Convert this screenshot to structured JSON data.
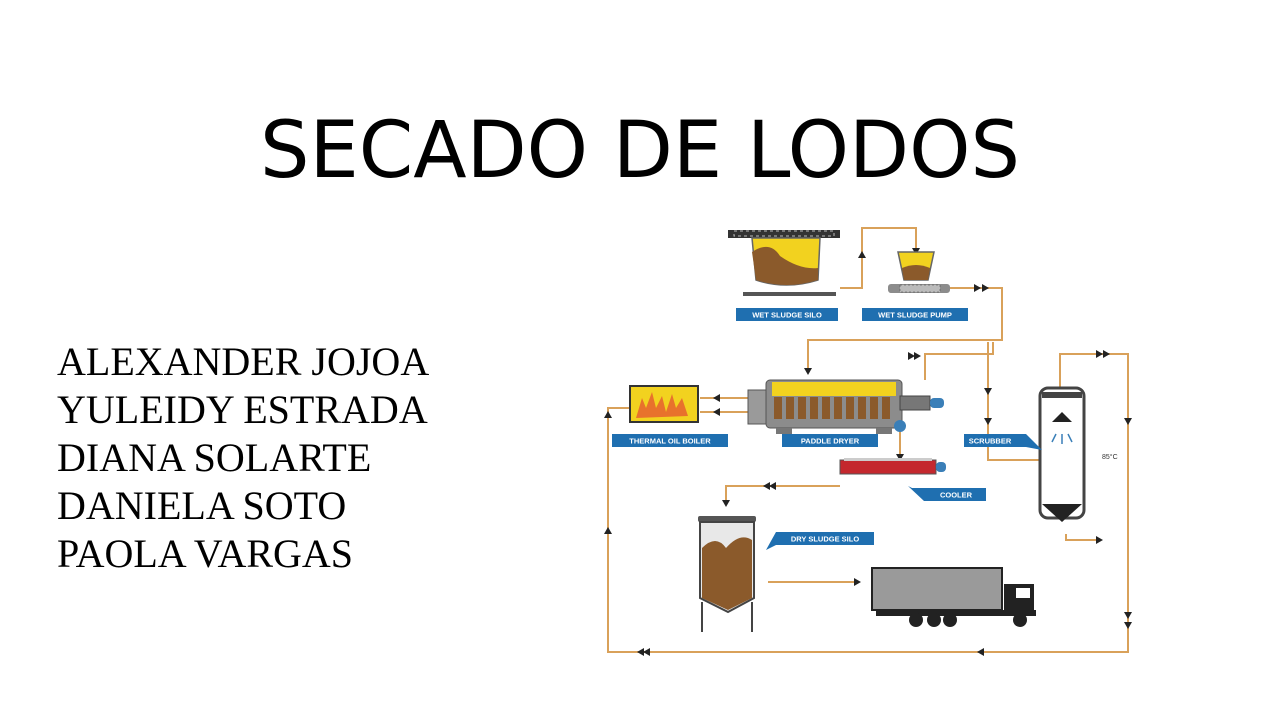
{
  "slide": {
    "title": "SECADO DE LODOS",
    "authors": [
      "ALEXANDER JOJOA",
      "YULEIDY ESTRADA",
      "DIANA SOLARTE",
      "DANIELA SOTO",
      "PAOLA VARGAS"
    ]
  },
  "diagram": {
    "labels": {
      "wet_sludge_silo": "WET SLUDGE SILO",
      "wet_sludge_pump": "WET SLUDGE PUMP",
      "thermal_oil_boiler": "THERMAL OIL BOILER",
      "paddle_dryer": "PADDLE DRYER",
      "scrubber": "SCRUBBER",
      "cooler": "COOLER",
      "dry_sludge_silo": "DRY SLUDGE SILO",
      "temperature": "85°C"
    },
    "colors": {
      "label_box": "#1f6fb0",
      "pipe": "#d9a15a",
      "sludge": "#8b5a2b",
      "yellow": "#f2d21f",
      "equipment": "#8c8c8c"
    }
  }
}
